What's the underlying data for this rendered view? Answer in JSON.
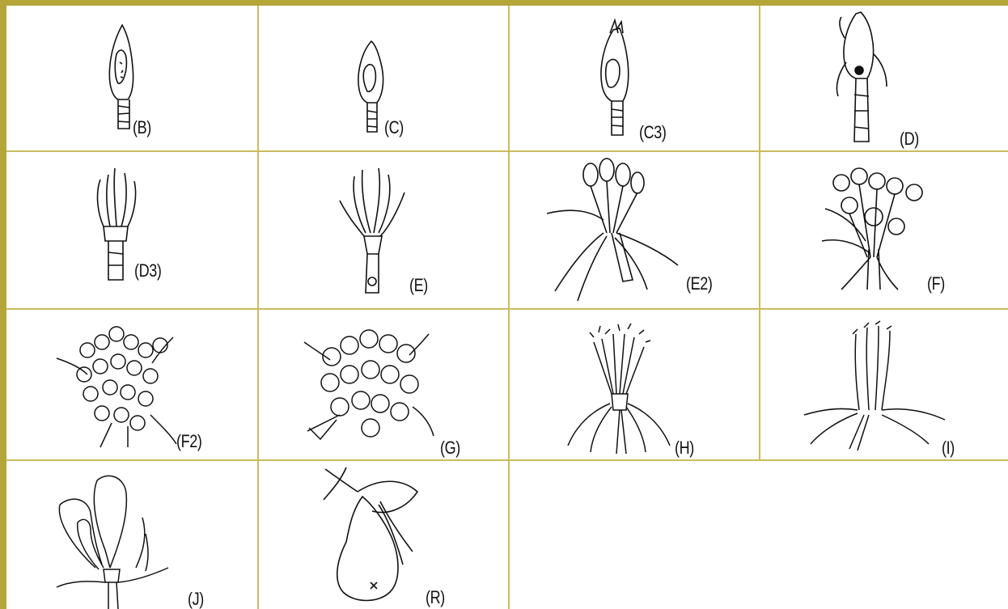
{
  "stages": [
    {
      "id": "B",
      "label": "(B)"
    },
    {
      "id": "C",
      "label": "(C)"
    },
    {
      "id": "C3",
      "label": "(C3)"
    },
    {
      "id": "D",
      "label": "(D)"
    },
    {
      "id": "D3",
      "label": "(D3)"
    },
    {
      "id": "E",
      "label": "(E)"
    },
    {
      "id": "E2",
      "label": "(E2)"
    },
    {
      "id": "F",
      "label": "(F)"
    },
    {
      "id": "F2",
      "label": "(F2)"
    },
    {
      "id": "G",
      "label": "(G)"
    },
    {
      "id": "H",
      "label": "(H)"
    },
    {
      "id": "I",
      "label": "(I)"
    },
    {
      "id": "J",
      "label": "(J)"
    },
    {
      "id": "R",
      "label": "(R)"
    }
  ],
  "colors": {
    "frame": "#b5a63a",
    "grid": "#c9bd5a",
    "ink": "#111111"
  }
}
